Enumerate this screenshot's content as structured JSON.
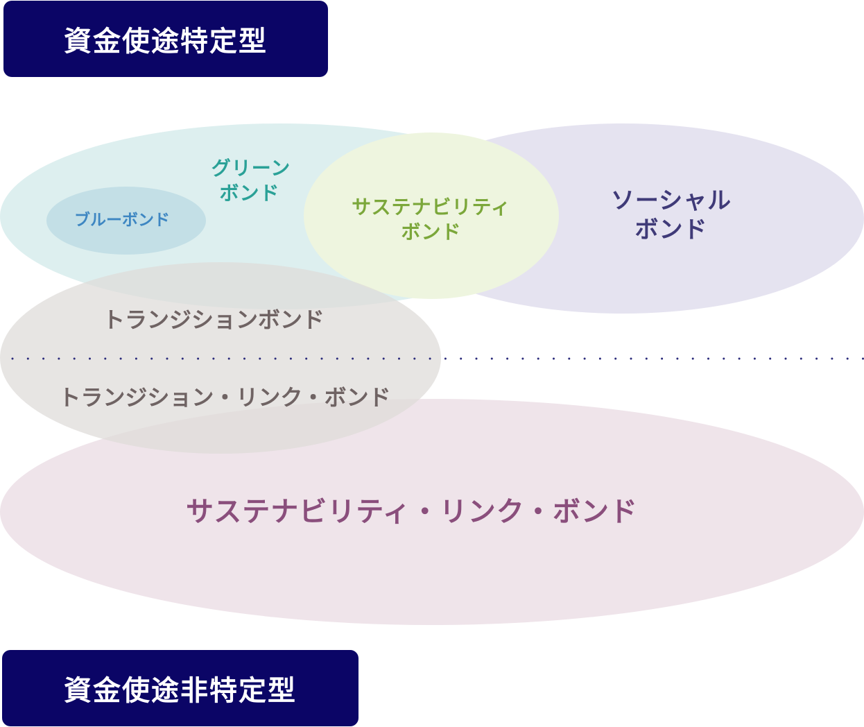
{
  "tags": {
    "top": "資金使途特定型",
    "bottom": "資金使途非特定型"
  },
  "labels": {
    "green_line1": "グリーン",
    "green_line2": "ボンド",
    "blue": "ブルーボンド",
    "sustainability_line1": "サステナビリティ",
    "sustainability_line2": "ボンド",
    "social_line1": "ソーシャル",
    "social_line2": "ボンド",
    "transition": "トランジションボンド",
    "transition_link": "トランジション・リンク・ボンド",
    "sll": "サステナビリティ・リンク・ボンド"
  },
  "colors": {
    "tag_bg": "#0b0566",
    "green_fill": "#dcefef",
    "green_text": "#2aa197",
    "blue_fill": "#c3dfe6",
    "blue_text": "#3d86c2",
    "sustainability_fill": "#eff5e1",
    "sustainability_text": "#7ba73a",
    "social_fill": "#e5e3f0",
    "social_text": "#3f3a78",
    "transition_fill": "#e6e4e2",
    "transition_text": "#6f6363",
    "sll_fill": "#efe4ea",
    "sll_text": "#8a4e7c",
    "divider": "#2a2a7a"
  }
}
